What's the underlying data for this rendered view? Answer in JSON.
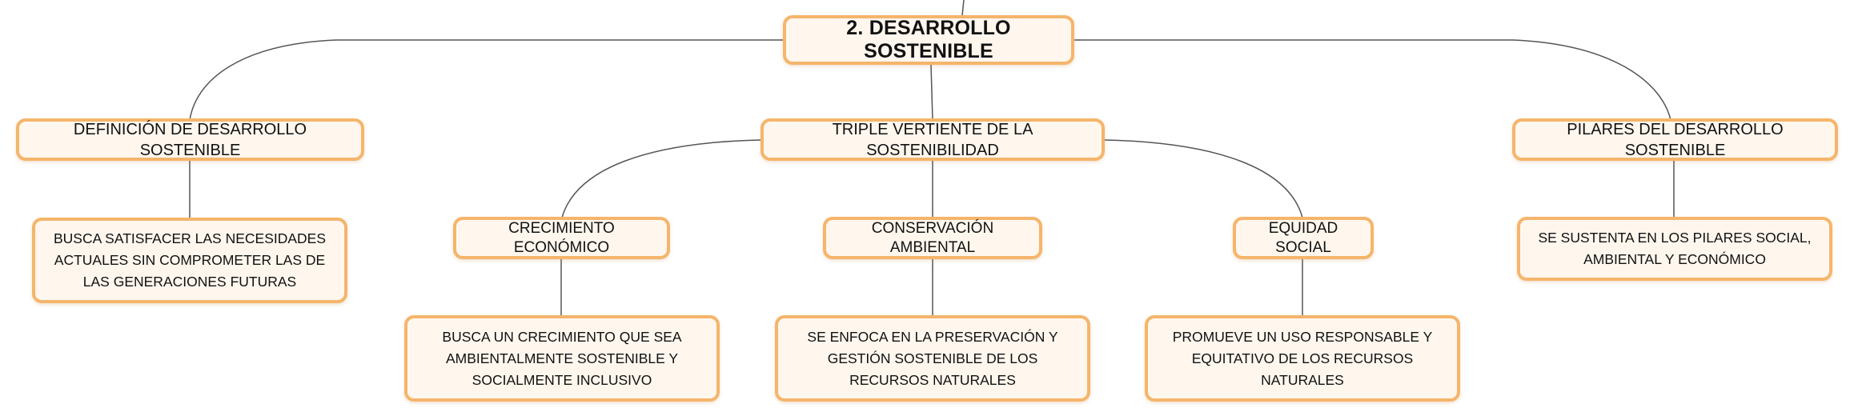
{
  "root": {
    "label": "2. DESARROLLO SOSTENIBLE"
  },
  "branches": {
    "definicion": {
      "label": "DEFINICIÓN DE DESARROLLO SOSTENIBLE",
      "detail": "BUSCA SATISFACER LAS NECESIDADES ACTUALES SIN COMPROMETER LAS DE LAS GENERACIONES FUTURAS"
    },
    "triple": {
      "label": "TRIPLE VERTIENTE DE LA SOSTENIBILIDAD",
      "children": {
        "crecimiento": {
          "label": "CRECIMIENTO ECONÓMICO",
          "detail": "BUSCA UN CRECIMIENTO QUE SEA AMBIENTALMENTE SOSTENIBLE Y SOCIALMENTE INCLUSIVO"
        },
        "conservacion": {
          "label": "CONSERVACIÓN AMBIENTAL",
          "detail": "SE ENFOCA EN LA PRESERVACIÓN Y GESTIÓN SOSTENIBLE DE LOS RECURSOS NATURALES"
        },
        "equidad": {
          "label": "EQUIDAD SOCIAL",
          "detail": "PROMUEVE UN USO RESPONSABLE Y EQUITATIVO DE LOS RECURSOS NATURALES"
        }
      }
    },
    "pilares": {
      "label": "PILARES DEL DESARROLLO SOSTENIBLE",
      "detail": "SE SUSTENTA EN LOS PILARES SOCIAL, AMBIENTAL Y ECONÓMICO"
    }
  },
  "colors": {
    "node_border": "#f5b56b",
    "node_fill": "#fff7ee",
    "connector": "#555555",
    "text": "#111111"
  }
}
